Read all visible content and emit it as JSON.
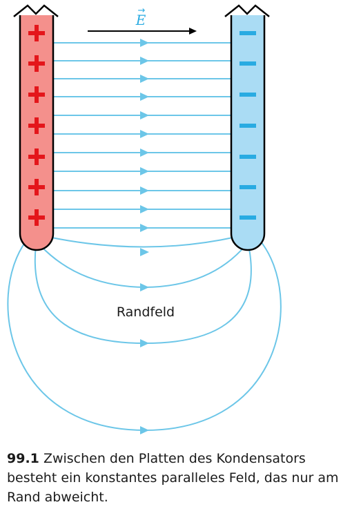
{
  "figure": {
    "field_symbol": "E",
    "vector_arrow": "→",
    "edge_field_label": "Randfeld",
    "positive_plate": {
      "sign": "+",
      "count": 7
    },
    "negative_plate": {
      "sign": "−",
      "count": 7
    },
    "colors": {
      "positive_plate": "#f4908c",
      "positive_sign": "#e4161b",
      "negative_plate": "#aadcf4",
      "negative_sign": "#29abe2",
      "field_line": "#6cc6e8",
      "outline": "#000000"
    }
  },
  "caption": {
    "number": "99.1",
    "text": "Zwischen den Platten des Kondensators besteht ein konstantes paralleles Feld, das nur am Rand abweicht."
  }
}
